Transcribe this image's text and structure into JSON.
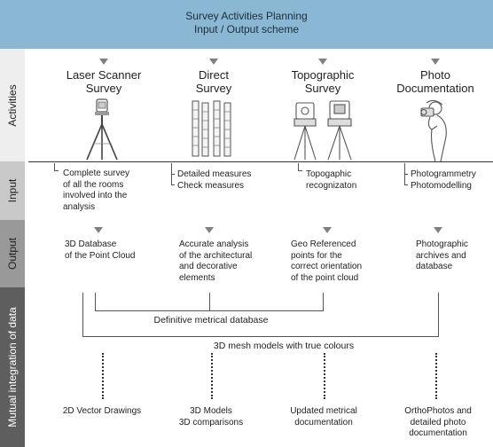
{
  "header": {
    "line1": "Survey Activities Planning",
    "line2": "Input / Output scheme"
  },
  "side": {
    "activities": "Activities",
    "input": "Input",
    "output": "Output",
    "integration": "Mutual integration of data"
  },
  "columns": [
    {
      "title1": "Laser Scanner",
      "title2": "Survey",
      "input": [
        "Complete survey",
        "of all the rooms",
        "involved into the",
        "analysis"
      ],
      "output": [
        "3D Database",
        "of the Point Cloud"
      ],
      "final": [
        "2D Vector Drawings"
      ]
    },
    {
      "title1": "Direct",
      "title2": "Survey",
      "input": [
        "Detailed measures",
        "Check measures"
      ],
      "output": [
        "Accurate analysis",
        "of the architectural",
        "and decorative",
        "elements"
      ],
      "final": [
        "3D Models",
        "3D comparisons"
      ]
    },
    {
      "title1": "Topographic",
      "title2": "Survey",
      "input": [
        "Topogaphic",
        "recognizaton"
      ],
      "output": [
        "Geo Referenced",
        "points for the",
        "correct orientation",
        "of the point cloud"
      ],
      "final": [
        "Updated metrical",
        "documentation"
      ]
    },
    {
      "title1": "Photo",
      "title2": "Documentation",
      "input": [
        "Photogrammetry",
        "Photomodelling"
      ],
      "output": [
        "Photographic",
        "archives and",
        "database"
      ],
      "final": [
        "OrthoPhotos and",
        "detailed photo",
        "documentation"
      ]
    }
  ],
  "integration": {
    "database": "Definitive metrical database",
    "mesh": "3D mesh models with true colours"
  }
}
